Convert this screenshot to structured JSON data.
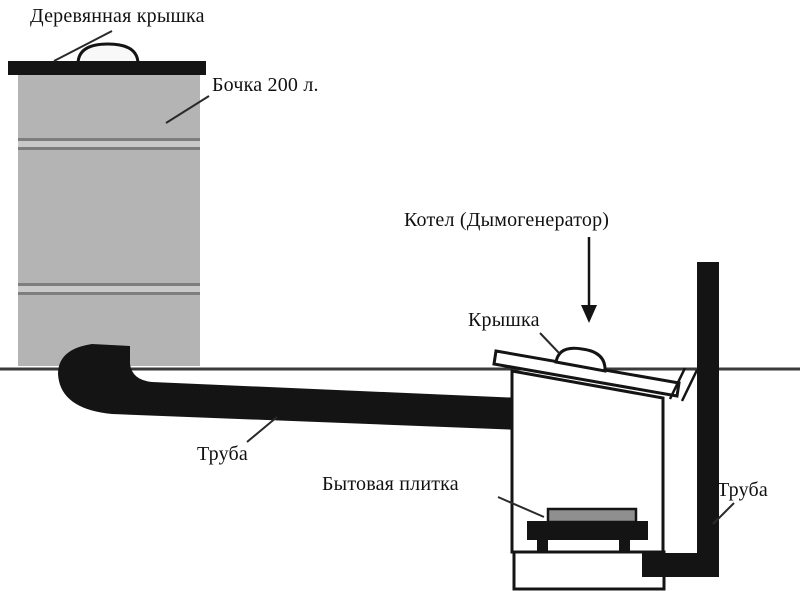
{
  "diagram": {
    "title_meaning": "Smokehouse scheme",
    "labels": {
      "wooden_lid": "Деревянная крышка",
      "barrel": "Бочка 200 л.",
      "boiler": "Котел (Дымогенератор)",
      "kettle_lid": "Крышка",
      "pipe_left": "Труба",
      "hotplate": "Бытовая плитка",
      "pipe_right": "Труба"
    },
    "colors": {
      "ink": "#141414",
      "ground_line": "#3a3a3a",
      "barrel_fill": "#b4b4b4",
      "barrel_band_light": "#c9c9c9",
      "barrel_band_dark": "#7e7e7e",
      "hotplate_pan": "#8f8f8f",
      "background": "#ffffff"
    }
  }
}
